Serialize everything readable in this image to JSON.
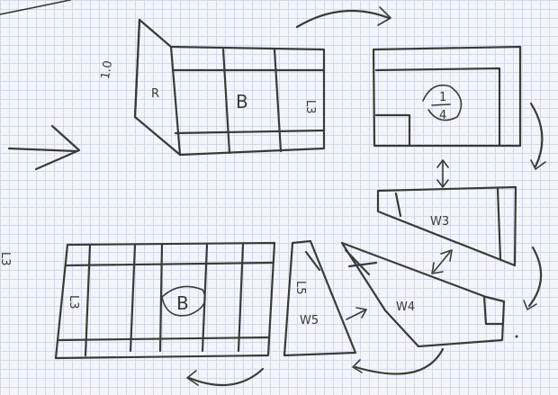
{
  "colors": {
    "paper": "#f4f5fb",
    "grid": "#cfd8ef",
    "pencil": "#3a3a3a"
  },
  "sketch": {
    "labels": {
      "top_left_margin": "1.0",
      "panel1_left": "R",
      "panel1_center": "B",
      "panel1_right": "L3",
      "panel2_center_top": "1",
      "panel2_center_bottom": "4",
      "panel3_center": "W3",
      "panel4_center": "B",
      "panel4_left": "L3",
      "panel5_top": "L5",
      "panel5_bottom": "W5",
      "panel6_center": "W4",
      "left_margin": "L3"
    }
  }
}
